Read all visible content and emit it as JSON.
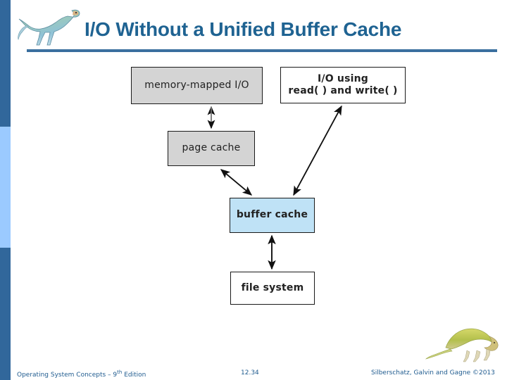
{
  "slide": {
    "title": "I/O Without a Unified Buffer Cache",
    "accent_color": "#31679b",
    "accent_light_color": "#9bcaff",
    "title_color": "#1f6392"
  },
  "diagram": {
    "nodes": [
      {
        "id": "memory-mapped-io",
        "label": "memory-mapped I/O",
        "fill": "#d4d4d4"
      },
      {
        "id": "io-using-read-write",
        "label_line1": "I/O using",
        "label_line2": "read( ) and write( )",
        "fill": "#ffffff"
      },
      {
        "id": "page-cache",
        "label": "page cache",
        "fill": "#d4d4d4"
      },
      {
        "id": "buffer-cache",
        "label": "buffer cache",
        "fill": "#bfe2f6"
      },
      {
        "id": "file-system",
        "label": "file system",
        "fill": "#ffffff"
      }
    ],
    "edges": [
      {
        "from": "memory-mapped-io",
        "to": "page-cache",
        "style": "double-arrow-vertical"
      },
      {
        "from": "page-cache",
        "to": "buffer-cache",
        "style": "double-arrow-diagonal"
      },
      {
        "from": "io-using-read-write",
        "to": "buffer-cache",
        "style": "double-arrow-diagonal"
      },
      {
        "from": "buffer-cache",
        "to": "file-system",
        "style": "double-arrow-vertical"
      }
    ]
  },
  "footer": {
    "left": "Operating System Concepts – 9",
    "left_sup": "th",
    "left_tail": " Edition",
    "slide_number": "12.34",
    "right": "Silberschatz, Galvin and Gagne ©2013"
  }
}
